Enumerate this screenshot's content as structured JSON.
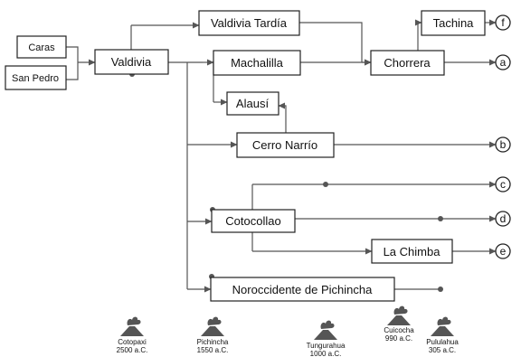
{
  "nodes": {
    "caras": "Caras",
    "san_pedro": "San Pedro",
    "valdivia": "Valdivia",
    "valdivia_tardia": "Valdivia Tardía",
    "machalilla": "Machalilla",
    "alausi": "Alausí",
    "chorrera": "Chorrera",
    "tachina": "Tachina",
    "cerro_narrio": "Cerro Narrío",
    "cotocollao": "Cotocollao",
    "la_chimba": "La Chimba",
    "noroccidente": "Noroccidente de Pichincha"
  },
  "terminals": [
    "f",
    "a",
    "b",
    "c",
    "d",
    "e"
  ],
  "volcanoes": [
    {
      "name": "Cotopaxi",
      "date": "2500 a.C."
    },
    {
      "name": "Pichincha",
      "date": "1550 a.C."
    },
    {
      "name": "Tungurahua",
      "date": "1000 a.C."
    },
    {
      "name": "Cuicocha",
      "date": "990 a.C."
    },
    {
      "name": "Pululahua",
      "date": "305 a.C."
    }
  ]
}
